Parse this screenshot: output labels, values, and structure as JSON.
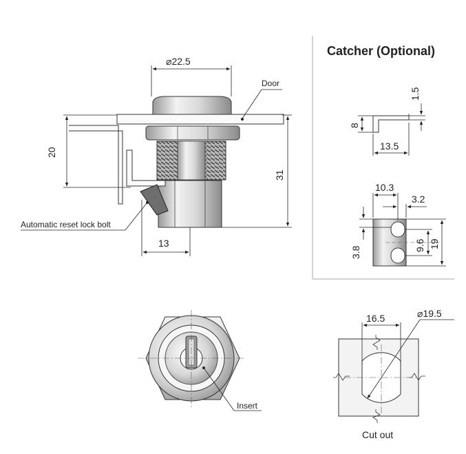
{
  "catcher_title": "Catcher (Optional)",
  "labels": {
    "door": "Door",
    "auto_reset": "Automatic reset lock bolt",
    "insert": "Insert",
    "cut_out": "Cut out"
  },
  "dims": {
    "flange_dia": "22.5",
    "height_20": "20",
    "height_31": "31",
    "width_13": "13",
    "catcher_thk": "1.5",
    "catcher_h": "8",
    "catcher_w": "13.5",
    "slot_w": "10.3",
    "slot_off": "3.2",
    "slot_h": "3.8",
    "slot_96": "9.6",
    "slot_19": "19",
    "cut_w": "16.5",
    "cut_dia": "19.5"
  }
}
